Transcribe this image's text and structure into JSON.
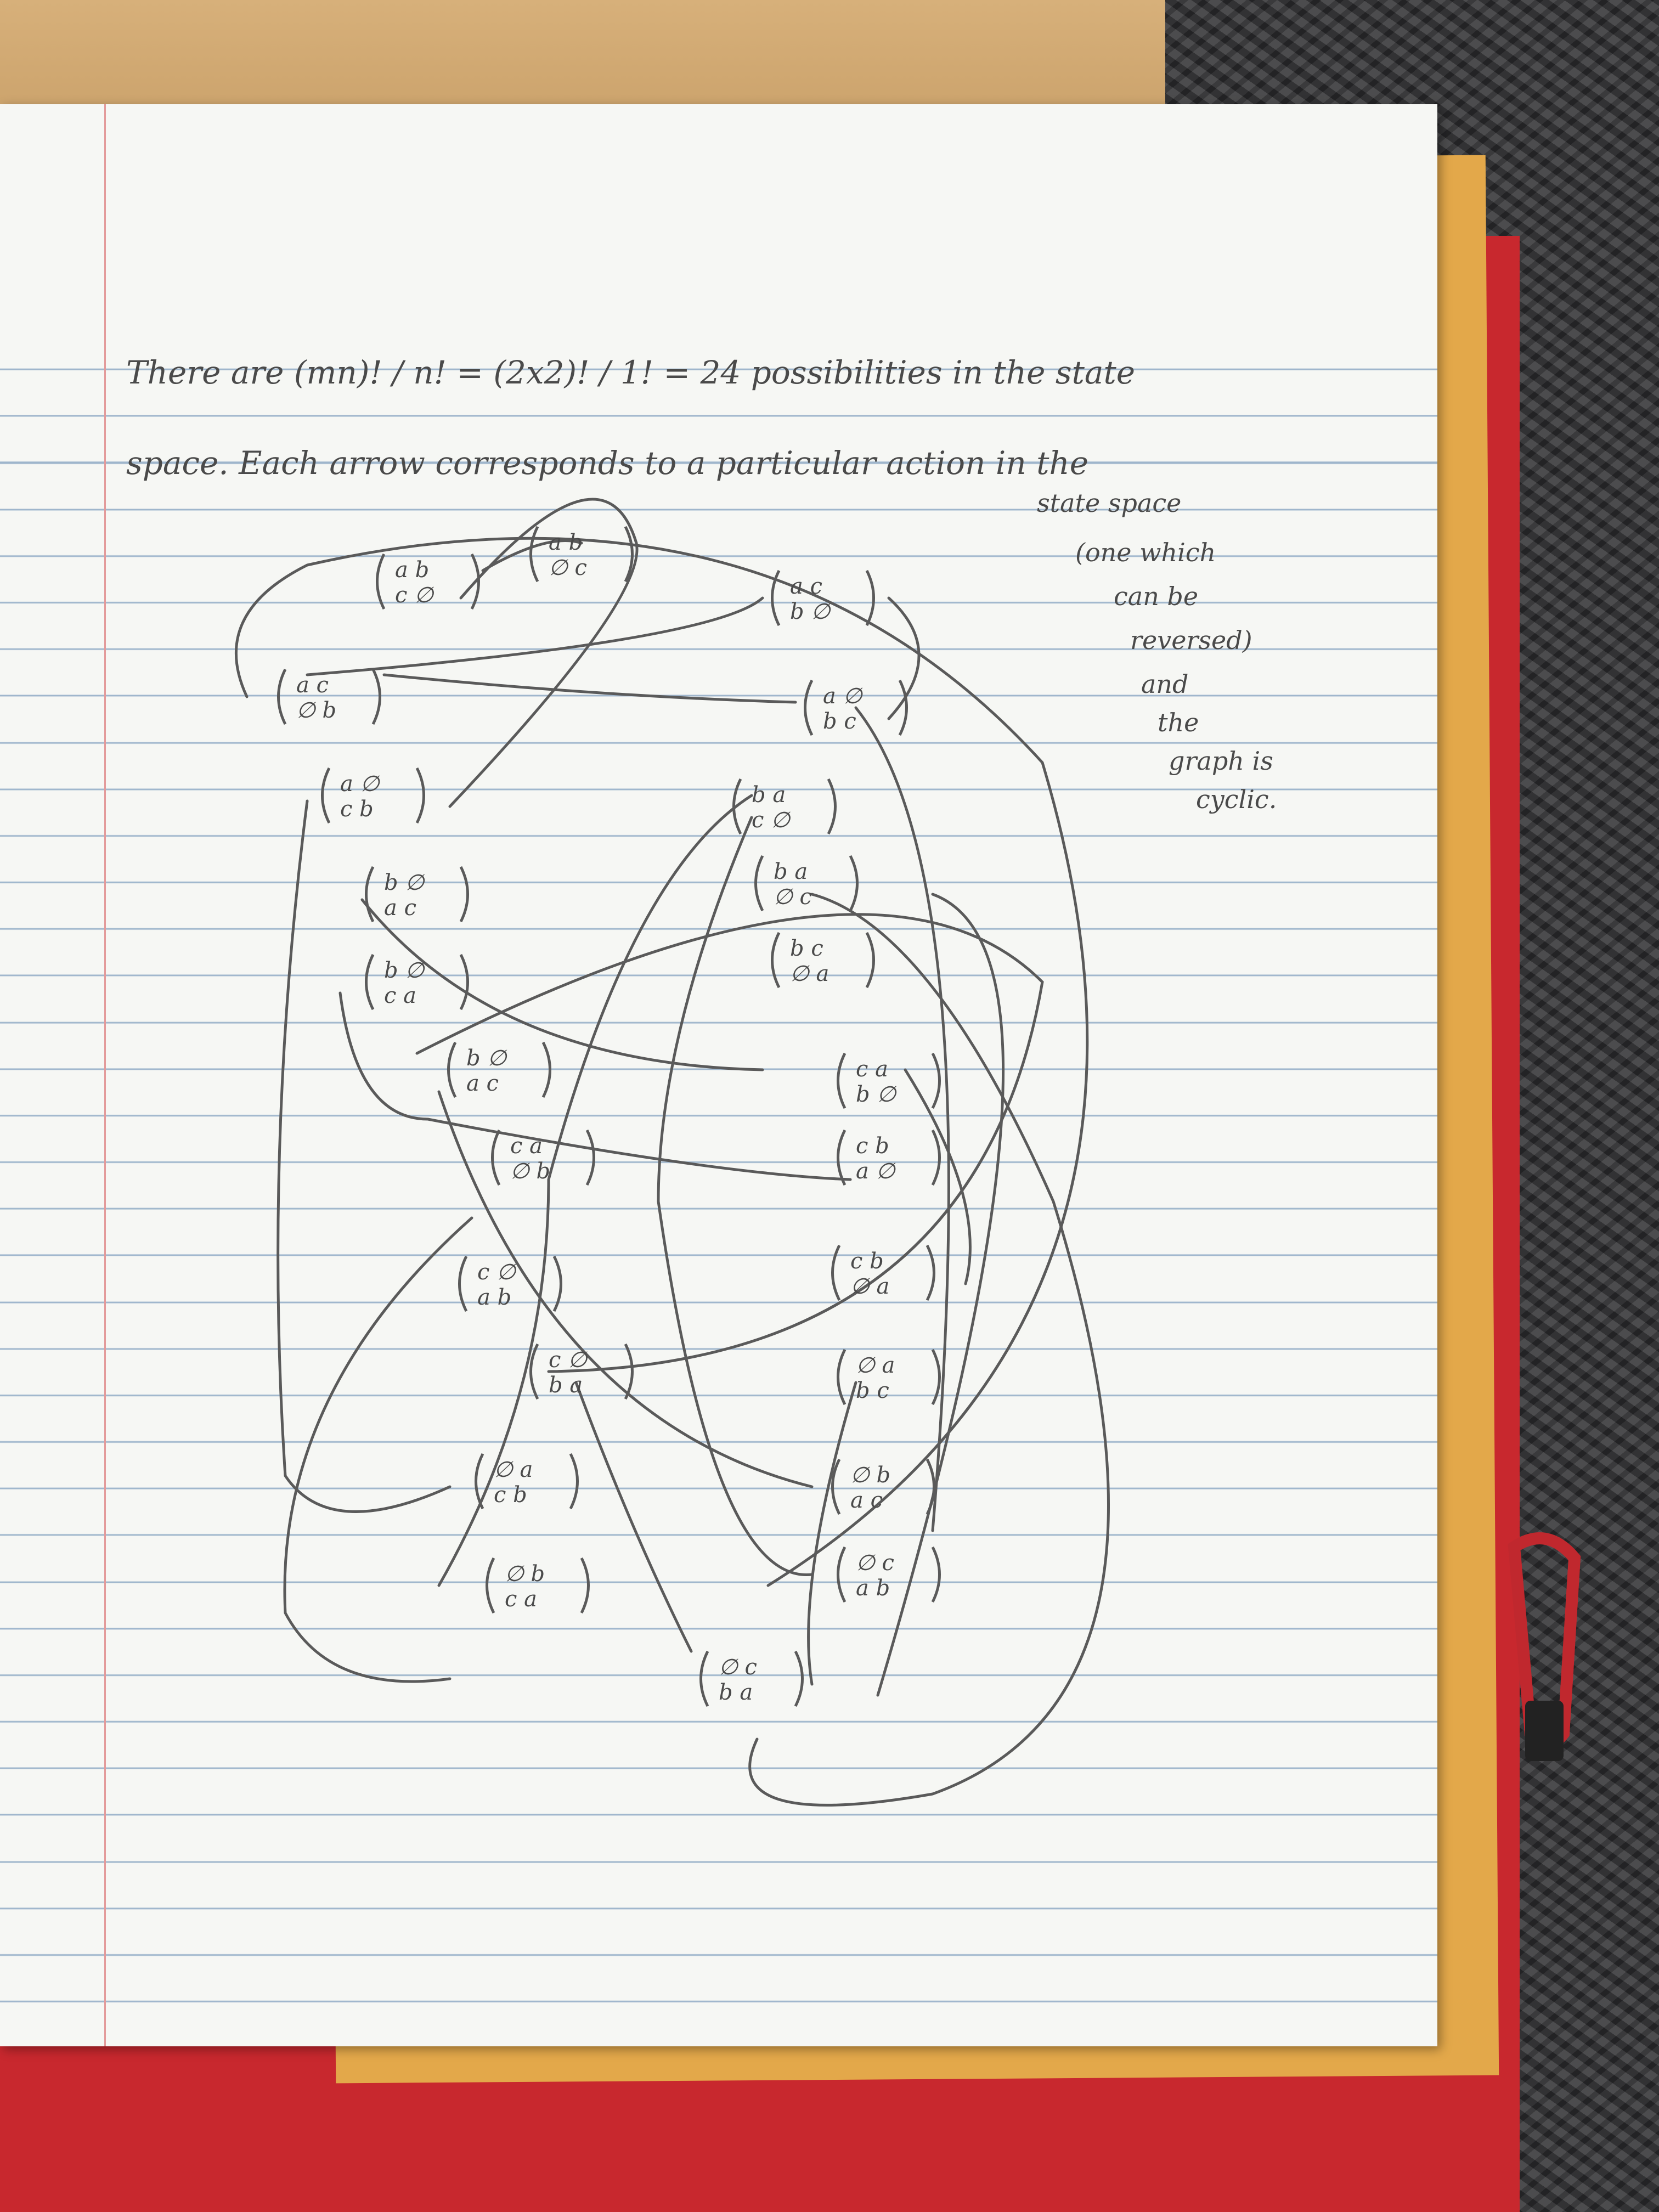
{
  "notes": {
    "line1": "There are (mn)! / n! = (2x2)! / 1! = 24 possibilities in the state",
    "line2": "space. Each arrow corresponds to a particular action in the",
    "line3": "state space",
    "side_note": [
      "(one which",
      "can be",
      "reversed)",
      "and",
      "the",
      "graph is",
      "cyclic."
    ]
  },
  "diagram": {
    "nodes": [
      {
        "id": "n1",
        "text": "(a b / c ∅)"
      },
      {
        "id": "n2",
        "text": "(a b / ∅ c)"
      },
      {
        "id": "n3",
        "text": "(a c / b ∅)"
      },
      {
        "id": "n4",
        "text": "(a c / ∅ b)"
      },
      {
        "id": "n5",
        "text": "(a ∅ / b c)"
      },
      {
        "id": "n6",
        "text": "(a ∅ / c b)"
      },
      {
        "id": "n7",
        "text": "(b a / c ∅)"
      },
      {
        "id": "n8",
        "text": "(b a / ∅ c)"
      },
      {
        "id": "n9",
        "text": "(b ∅ / a c)"
      },
      {
        "id": "n10",
        "text": "(b c / ∅ a)"
      },
      {
        "id": "n11",
        "text": "(b ∅ / c a)"
      },
      {
        "id": "n12",
        "text": "(b ∅ / a c)"
      },
      {
        "id": "n13",
        "text": "(c a / b ∅)"
      },
      {
        "id": "n14",
        "text": "(c a / ∅ b)"
      },
      {
        "id": "n15",
        "text": "(c b / a ∅)"
      },
      {
        "id": "n16",
        "text": "(c ∅ / a b)"
      },
      {
        "id": "n17",
        "text": "(c b / ∅ a)"
      },
      {
        "id": "n18",
        "text": "(c ∅ / b a)"
      },
      {
        "id": "n19",
        "text": "(∅ a / b c)"
      },
      {
        "id": "n20",
        "text": "(∅ a / c b)"
      },
      {
        "id": "n21",
        "text": "(∅ b / a c)"
      },
      {
        "id": "n22",
        "text": "(∅ b / c a)"
      },
      {
        "id": "n23",
        "text": "(∅ c / a b)"
      },
      {
        "id": "n24",
        "text": "(∅ c / b a)"
      }
    ]
  },
  "colors": {
    "pencil": "#5a5a5a",
    "paper": "#f6f7f4",
    "rule_line": "#9fb6cc",
    "margin_line": "#e39a9a",
    "yellow_folder": "#e3a84a",
    "red_folder": "#c8282e"
  }
}
